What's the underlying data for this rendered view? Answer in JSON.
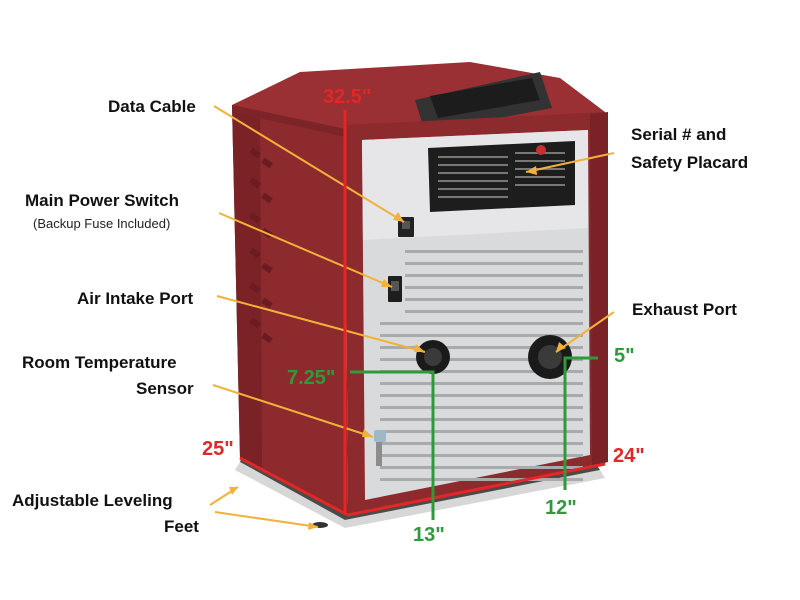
{
  "labels": {
    "data_cable": "Data Cable",
    "main_power_switch": "Main Power Switch",
    "backup_fuse_note": "(Backup Fuse Included)",
    "air_intake_port": "Air Intake Port",
    "room_temp_line1": "Room Temperature",
    "room_temp_line2": "Sensor",
    "leveling_line1": "Adjustable Leveling",
    "leveling_line2": "Feet",
    "serial_line1": "Serial # and",
    "serial_line2": "Safety Placard",
    "exhaust_port": "Exhaust Port"
  },
  "dimensions": {
    "top_width": "32.5\"",
    "left_depth": "25\"",
    "right_width": "24\"",
    "intake_height": "7.25\"",
    "exhaust_offset": "5\"",
    "intake_floor": "13\"",
    "exhaust_floor": "12\""
  },
  "colors": {
    "cabinet": "#8c2a2e",
    "panel": "#d9dadc",
    "dimension_red": "#e32626",
    "dimension_green": "#2e9a3a",
    "leader": "#f2b23a"
  }
}
